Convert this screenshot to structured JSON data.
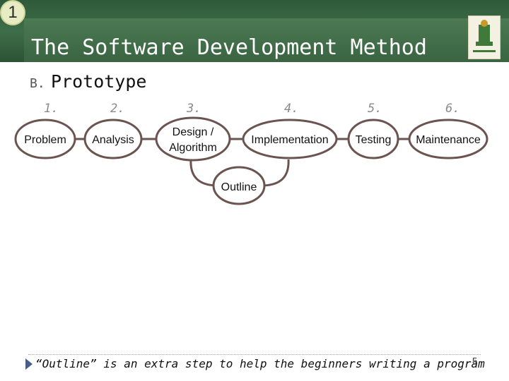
{
  "slide": {
    "badge": "1",
    "title": "The Software Development Method",
    "section_marker": "B.",
    "section_title": "Prototype",
    "page_number": "5"
  },
  "steps": [
    {
      "num": "1.",
      "label": "Problem"
    },
    {
      "num": "2.",
      "label": "Analysis"
    },
    {
      "num": "3.",
      "label_lines": [
        "Design /",
        "Algorithm"
      ]
    },
    {
      "num": "4.",
      "label": "Implementation"
    },
    {
      "num": "5.",
      "label": "Testing"
    },
    {
      "num": "6.",
      "label": "Maintenance"
    }
  ],
  "outline": {
    "label": "Outline"
  },
  "footer": {
    "note": "“Outline” is an extra step to help the beginners writing a program"
  },
  "colors": {
    "header": "#3e6e49",
    "node_border": "#6b5450",
    "accent": "#4a5d8a"
  }
}
